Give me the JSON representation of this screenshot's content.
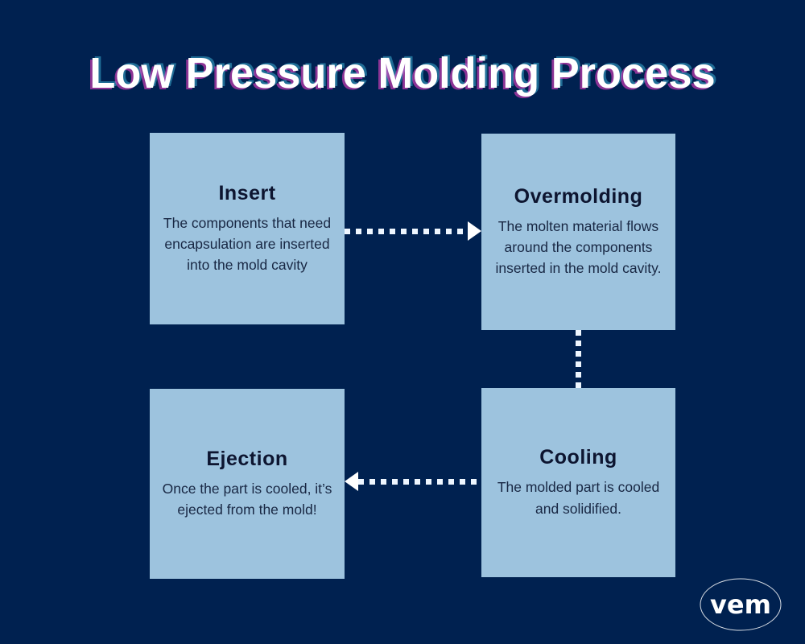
{
  "page": {
    "title": "Low Pressure Molding Process"
  },
  "steps": [
    {
      "title": "Insert",
      "description": "The components that need encapsulation are inserted into the mold cavity"
    },
    {
      "title": "Overmolding",
      "description": "The molten material flows around the components inserted in the mold cavity."
    },
    {
      "title": "Cooling",
      "description": "The molded part is cooled and solidified."
    },
    {
      "title": "Ejection",
      "description": "Once the part is cooled, it’s ejected from the mold!"
    }
  ],
  "flow": [
    {
      "from": "Insert",
      "to": "Overmolding",
      "direction": "right",
      "style": "dotted-arrow"
    },
    {
      "from": "Overmolding",
      "to": "Cooling",
      "direction": "down",
      "style": "dotted-line"
    },
    {
      "from": "Cooling",
      "to": "Ejection",
      "direction": "left",
      "style": "dotted-arrow"
    }
  ],
  "logo": {
    "text": "VEM"
  },
  "colors": {
    "background": "#002150",
    "box_fill": "#9dc3de",
    "box_title_text": "#0d1530",
    "box_body_text": "#182743",
    "arrow": "#eef6ff",
    "title_text": "#ffffff",
    "title_glitch_pink": "#ff46cd",
    "title_glitch_cyan": "#50e1ff"
  }
}
